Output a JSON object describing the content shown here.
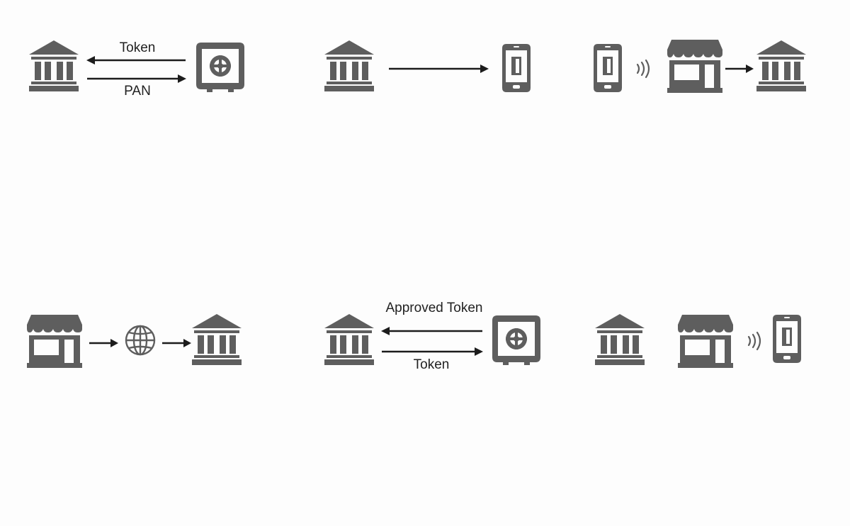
{
  "colors": {
    "icon": "#5e5e5e",
    "arrow": "#1c1c1c",
    "text": "#222222",
    "background": "#fdfdfd"
  },
  "icons": {
    "bank": "bank-icon",
    "vault": "token-vault-icon",
    "phone": "smartphone-icon",
    "store": "merchant-store-icon",
    "globe": "internet-globe-icon",
    "contactless": "contactless-icon"
  },
  "panels": [
    {
      "labels": {
        "top": "Token",
        "bottom": "PAN"
      }
    },
    {
      "labels": {}
    },
    {
      "labels": {}
    },
    {
      "labels": {}
    },
    {
      "labels": {
        "top": "Approved Token",
        "bottom": "Token"
      }
    },
    {
      "labels": {}
    }
  ]
}
